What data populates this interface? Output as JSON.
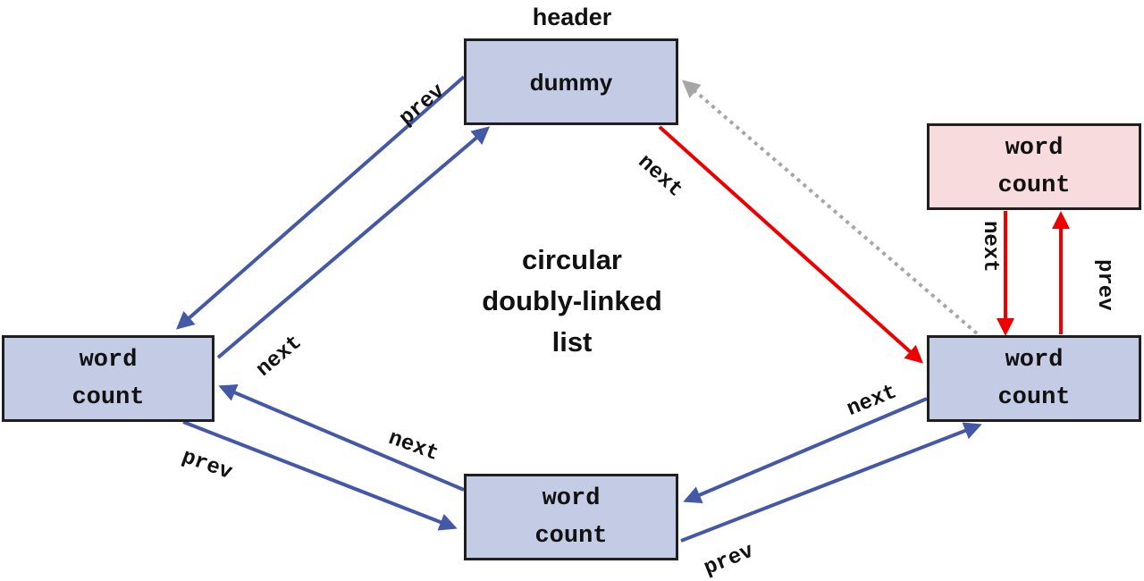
{
  "header": {
    "label": "header"
  },
  "dummy_node": {
    "label": "dummy"
  },
  "center_caption": {
    "line1": "circular",
    "line2": "doubly-linked",
    "line3": "list"
  },
  "nodes": {
    "left": {
      "line1": "word",
      "line2": "count"
    },
    "bottom": {
      "line1": "word",
      "line2": "count"
    },
    "right": {
      "line1": "word",
      "line2": "count"
    },
    "new": {
      "line1": "word",
      "line2": "count"
    }
  },
  "edge_labels": {
    "dummy_to_left_prev": "prev",
    "left_to_dummy_next": "next",
    "dummy_to_right_next": "next",
    "left_to_bottom_prev": "prev",
    "bottom_to_left_next": "next",
    "right_to_bottom_next": "next",
    "bottom_to_right_prev": "prev",
    "right_to_new_prev": "prev",
    "new_to_right_next": "next"
  },
  "colors": {
    "node_fill": "#c3cbe5",
    "new_node_fill": "#f8dbdd",
    "link_blue": "#4458a8",
    "link_red": "#ee0000",
    "link_gray_dotted": "#a6a6a6"
  }
}
